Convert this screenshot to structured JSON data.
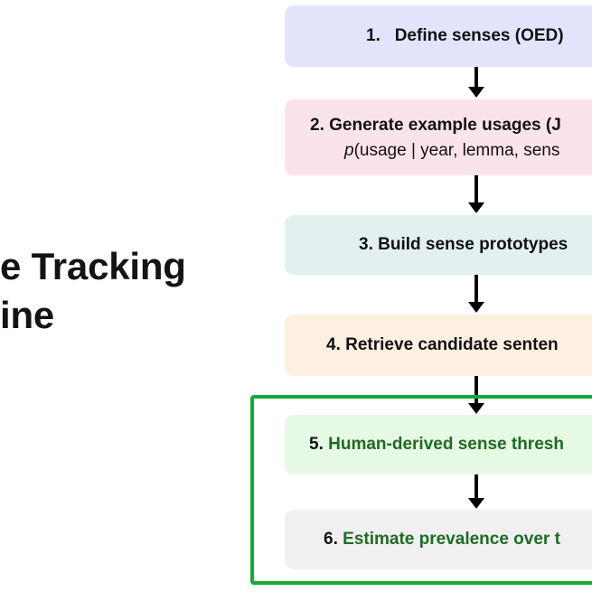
{
  "title": {
    "line1": "e Tracking",
    "line2": "ine"
  },
  "steps": [
    {
      "num": "1.",
      "label": "Define senses (OED)",
      "color": "#e3e4fb"
    },
    {
      "num": "2.",
      "label": "Generate example usages (J",
      "formula_italic": "p",
      "formula_rest": "(usage | year, lemma, sens",
      "color": "#fbe3ea"
    },
    {
      "num": "3.",
      "label": "Build sense prototypes",
      "color": "#e2f1f0"
    },
    {
      "num": "4.",
      "label": "Retrieve candidate senten",
      "color": "#fdf0e1"
    },
    {
      "num": "5.",
      "label": "Human-derived sense thresh",
      "color": "#e6f9e4"
    },
    {
      "num": "6.",
      "label": "Estimate prevalence over t",
      "color": "#f0f0f0"
    }
  ],
  "colors": {
    "highlight_border": "#18a83a",
    "green_text": "#1e6b24",
    "arrow": "#000000"
  }
}
